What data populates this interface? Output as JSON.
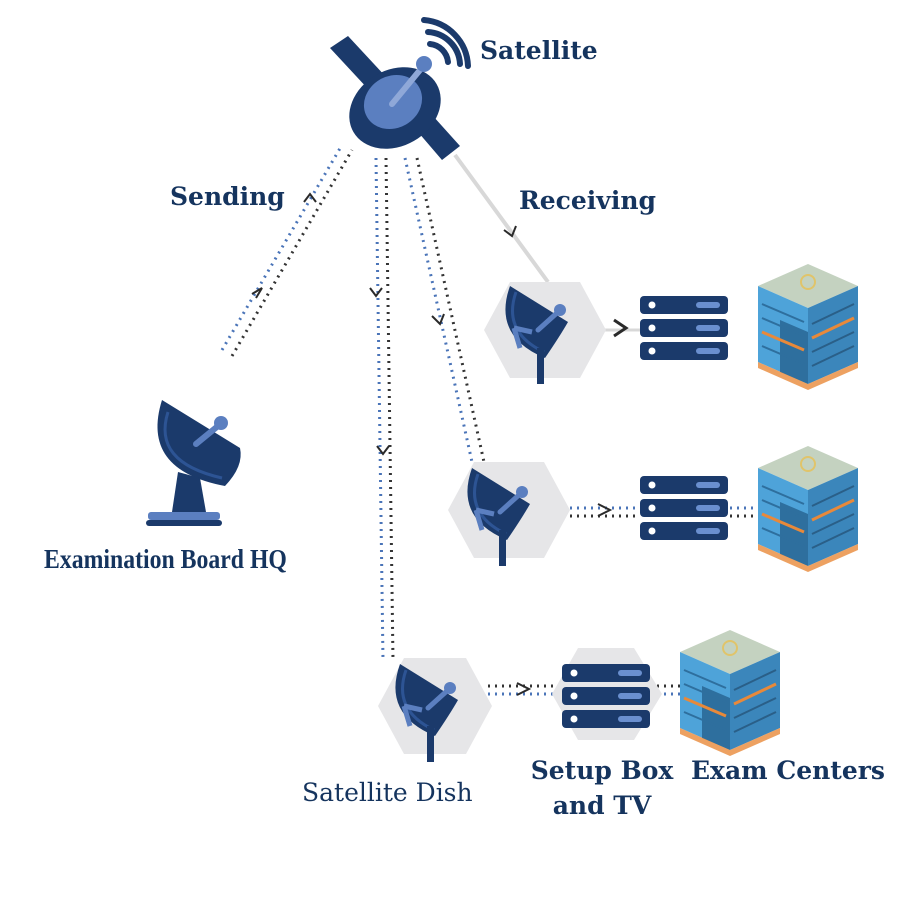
{
  "labels": {
    "satellite": "Satellite",
    "sending": "Sending",
    "receiving": "Receiving",
    "hq": "Examination Board HQ",
    "satellite_dish": "Satellite Dish",
    "setup_box_line1": "Setup Box",
    "setup_box_line2": "and TV",
    "exam_centers": "Exam Centers"
  },
  "colors": {
    "navy": "#1b3a6b",
    "accent_blue": "#5b7fc0",
    "hex_fill": "#e6e6e8",
    "building_blue": "#4ea3d9",
    "building_dark": "#2e6f9e",
    "building_orange": "#e8893a",
    "dotted_dark": "#333333",
    "dotted_blue": "#4a74b8"
  },
  "icons": [
    "satellite-icon",
    "signal-wave-icon",
    "satellite-dish-icon",
    "server-stack-icon",
    "building-icon",
    "arrow-chevron-icon"
  ]
}
